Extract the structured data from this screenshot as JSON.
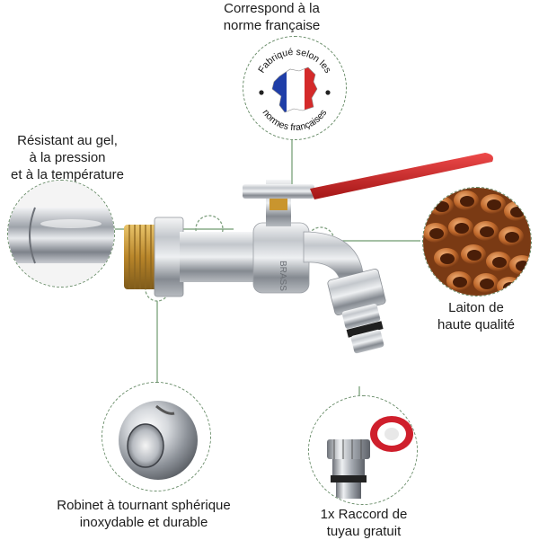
{
  "labels": {
    "top": [
      "Correspond à la",
      "norme française"
    ],
    "left": [
      "Résistant au gel,",
      "à la pression",
      "et à la température"
    ],
    "right": [
      "Laiton de",
      "haute qualité"
    ],
    "bottom_left": [
      "Robinet à tournant sphérique",
      "inoxydable et durable"
    ],
    "bottom_right": [
      "1x Raccord de",
      "tuyau gratuit"
    ]
  },
  "badge": {
    "arc_top": "Fabriqué selon les",
    "arc_bottom": "normes françaises"
  },
  "product": {
    "body_marking": "BRASS"
  },
  "colors": {
    "handle": "#cc1f1f",
    "chrome": "#c9ccd1",
    "brass": "#c9952e",
    "copper": "#b8692f",
    "connector_lines": "#6f9a6f"
  }
}
